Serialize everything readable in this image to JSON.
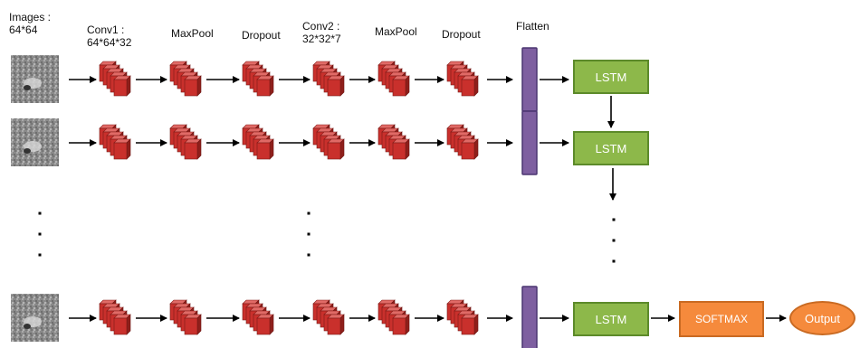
{
  "headers": {
    "images_line1": "Images :",
    "images_line2": "64*64",
    "conv1_line1": "Conv1 :",
    "conv1_line2": "64*64*32",
    "maxpool1": "MaxPool",
    "dropout1": "Dropout",
    "conv2_line1": "Conv2 :",
    "conv2_line2": "32*32*7",
    "maxpool2": "MaxPool",
    "dropout2": "Dropout",
    "flatten": "Flatten"
  },
  "blocks": {
    "lstm_label": "LSTM",
    "softmax_label": "SOFTMAX",
    "output_label": "Output"
  },
  "colors": {
    "conv_block": "#c9302c",
    "flatten_bar": "#7e5fa0",
    "lstm": "#8db84a",
    "softmax": "#f58a3c",
    "output": "#f58a3c"
  },
  "ellipsis": "⋮"
}
